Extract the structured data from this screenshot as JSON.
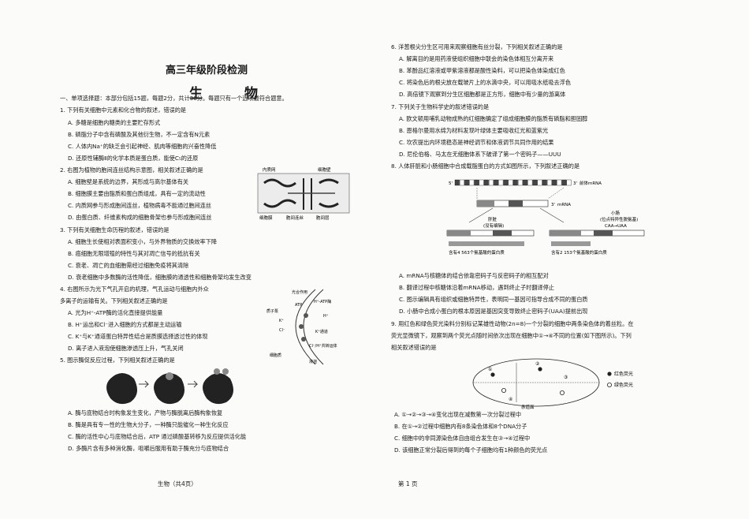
{
  "header": {
    "title": "高三年级阶段检测",
    "subject": "生　物"
  },
  "section1": "一、单项选择题：本部分包括15题，每题2分，共计30分。每题只有一个选项最符合题意。",
  "left_lines": [
    "1. 下列有关细胞中元素和化合物的叙述，错误的是",
    "A. 多糖是细胞内糖类的主要贮存形式",
    "B. 磷脂分子中含有磷酸及其他衍生物，不一定含有N元素",
    "C. 人体内Na⁺的缺乏会引起神经、肌肉等细胞的兴奋性降低",
    "D. 还原性辅酶Ⅱ的化学本质是蛋白质，能使C₅的还原",
    "2. 右图为植物的胞间连丝结构示意图，相关叙述正确的是",
    "A. 细胞壁是系统的边界，其形成与高尔基体有关",
    "B. 细胞膜主要由脂质和蛋白质组成，具有一定的流动性",
    "C. 内质网参与形成胞间连丝，植物病毒不能通过胞间连丝",
    "D. 由蛋白质、纤维素构成的细胞骨架也参与形成胞间连丝",
    "3. 下列有关细胞生命历程的叙述，错误的是",
    "A. 细胞生长使相对表面积变小，与外界物质的交换效率下降",
    "B. 癌细胞无限增殖的特性与其对凋亡信号的抵抗有关",
    "C. 衰老、凋亡的血细胞需经过细胞免疫将其清除",
    "D. 衰老细胞中多数酶的活性降低，细胞膜的通透性和细胞骨架均发生改变",
    "4. 右图所示为光下气孔开启的机理，气孔运动与细胞内外众",
    "多离子的运输有关。下列相关叙述正确的是",
    "A. 光为H⁺-ATP酶的活化直接提供能量",
    "B. H⁺运出和Cl⁻进入细胞的方式都是主动运输",
    "C. K⁺与K⁺通道蛋白特异性结合是质膜选择透过性的体现",
    "D. 离子进入液泡使细胞渗透压上升，气孔关闭",
    "5. 图示酶促反应过程，下列相关叙述正确的是",
    "A. 酶与底物结合时构象发生变化，产物与酶脱离后酶构象恢复",
    "B. 酶是具有专一性的生物大分子，一种酶只能催化一种生化反应",
    "C. 酶的活性中心与底物结合后，ATP 通过磷酸基转移为反应提供活化能",
    "D. 多酶片含有多种消化酶，咀嚼后服用有助于酶充分与底物结合"
  ],
  "right_lines": [
    "6. 洋葱根尖分生区可用来观察细胞有丝分裂，下列相关叙述正确的是",
    "A. 解离目的是用药液使组织细胞中联会的染色体相互分离开来",
    "B. 苯酚品红溶液或甲紫溶液都是酸性染料，可以把染色体染成红色",
    "C. 将染色后的根尖放在载玻片上的水滴中央，可以用吸水纸吸去浮色",
    "D. 高倍镜下观察到分生区细胞都是正方形，细胞中有少量的游离体",
    "7. 下列关于生物科学史的叙述错误的是",
    "A. 欧文顿用哺乳动物成熟的红细胞确定了组成细胞膜的脂质有磷脂和胆固醇",
    "B. 恩格尔曼用水绵为材料发现叶绿体主要吸收红光和蓝紫光",
    "C. 坎农提出内环境稳态是神经调节和体液调节共同作用的结果",
    "D. 尼伦伯格、马太在无细胞体系下破译了第一个密码子——UUU",
    "8. 人体肝脏和小肠细胞中合成载脂蛋白的方式如图所示，下列叙述正确的是",
    "A. mRNA与核糖体的结合依靠密码子与反密码子的相互配对",
    "B. 翻译过程中核糖体沿着mRNA移动，遇到终止子时翻译停止",
    "C. 图示编辑具有组织或细胞特异性，表明同一基因可指导合成不同的蛋白质",
    "D. 小肠中合成小蛋白的根本原因是基因突变导致终止密码子(UAA)提前出现",
    "9. 用红色和绿色荧光染料分别标记某雄性动物(2n=8)一个分裂的细胞中两条染色体的着丝粒。在",
    "荧光显微镜下，观察到两个荧光点随时间依次出现在细胞中①→④不同的位置(如下图所示)。下列",
    "相关叙述错误的是",
    "A. ①→②→③→④变化出现在减数第一次分裂过程中",
    "B. 在①→②过程中细胞内有8条染色体和8个DNA分子",
    "C. 细胞中的非同源染色体自由组合发生在③→④过程中",
    "D. 该细胞正常分裂后得到的每个子细胞均有1种颜色的荧光点"
  ],
  "fig2": {
    "labels": [
      "内质网",
      "细胞壁",
      "细胞膜",
      "胞间连丝",
      "胞间层"
    ]
  },
  "fig4": {
    "labels": [
      "光合作用",
      "ATP",
      "H⁺-ATP酶",
      "质子泵",
      "K⁺",
      "Cl⁻",
      "H⁺",
      "K⁺通道",
      "Cl⁻/H⁺共转运体",
      "细胞质",
      "液泡"
    ]
  },
  "fig8": {
    "labels": [
      "5'",
      "3'",
      "前体mRNA",
      "mRNA",
      "肝脏",
      "(没有编辑)",
      "小肠",
      "(位点特异性脱氨基)",
      "CAA→UAA",
      "含有4 563个氨基酸的蛋白质",
      "含有2 153个氨基酸的蛋白质"
    ]
  },
  "fig9": {
    "legend": [
      "红色荧光",
      "绿色荧光"
    ],
    "labels": [
      "①",
      "②",
      "③",
      "④",
      "赤道面"
    ]
  },
  "footer": {
    "left": "生物（共4页）",
    "center": "第 1 页"
  },
  "colors": {
    "ink": "#1a1a1a",
    "gray": "#777777"
  }
}
